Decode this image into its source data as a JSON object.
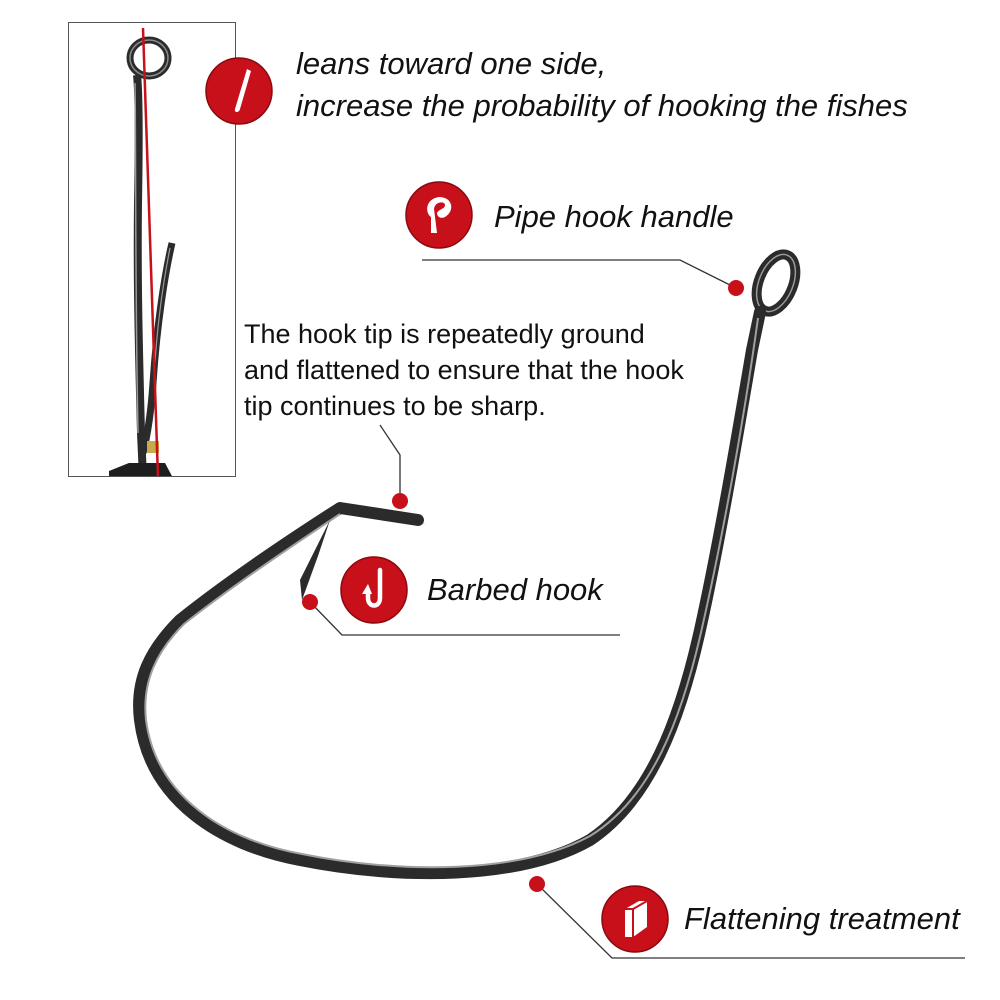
{
  "inset": {
    "caption_line1": "leans toward one side,",
    "caption_line2": "increase the probability of hooking the fishes",
    "icon": "hook-tilt-icon"
  },
  "callouts": {
    "pipe_handle": {
      "label": "Pipe hook handle",
      "icon": "hook-eye-icon"
    },
    "tip": {
      "line1": "The hook tip is repeatedly ground",
      "line2": "and flattened to ensure that the hook",
      "line3": "tip continues to be sharp."
    },
    "barbed": {
      "label": "Barbed hook",
      "icon": "barbed-hook-icon"
    },
    "flattening": {
      "label": "Flattening treatment",
      "icon": "flattened-bar-icon"
    }
  },
  "colors": {
    "accent_red": "#c8101a",
    "hook_dark": "#2b2b2b",
    "hook_highlight": "#9a9a9a",
    "leader_line": "#333333"
  }
}
